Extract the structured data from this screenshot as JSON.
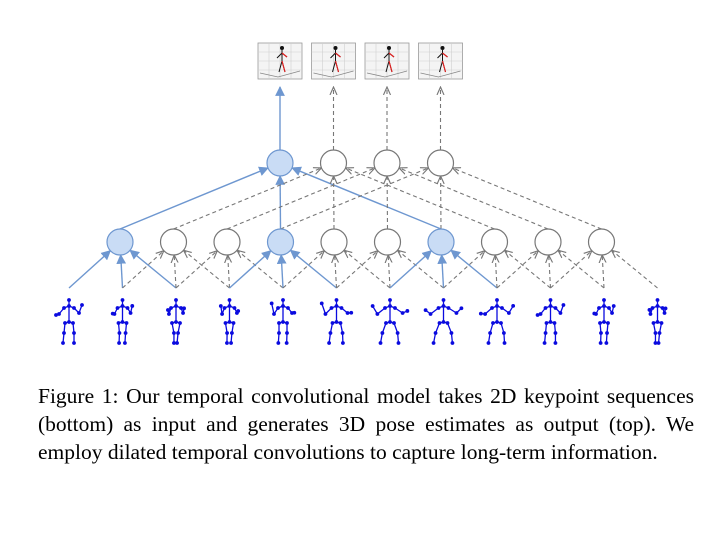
{
  "caption": {
    "label": "Figure 1:",
    "text": "Our temporal convolutional model takes 2D keypoint sequences (bottom) as input and generates 3D pose estimates as output (top). We employ dilated temporal convolutions to capture long-term information."
  },
  "diagram": {
    "colors": {
      "active_node_fill": "#c9dcf5",
      "active_node_stroke": "#6e97d0",
      "active_edge": "#6e97d0",
      "inactive_node_fill": "#ffffff",
      "inactive_node_stroke": "#777777",
      "inactive_edge": "#777777",
      "skeleton": "#0a0adf",
      "pose_red": "#e02020"
    },
    "input_frames": 12,
    "hidden_nodes": 10,
    "output_nodes": 4,
    "active_hidden": [
      0,
      3,
      6
    ],
    "active_output": [
      0
    ]
  }
}
